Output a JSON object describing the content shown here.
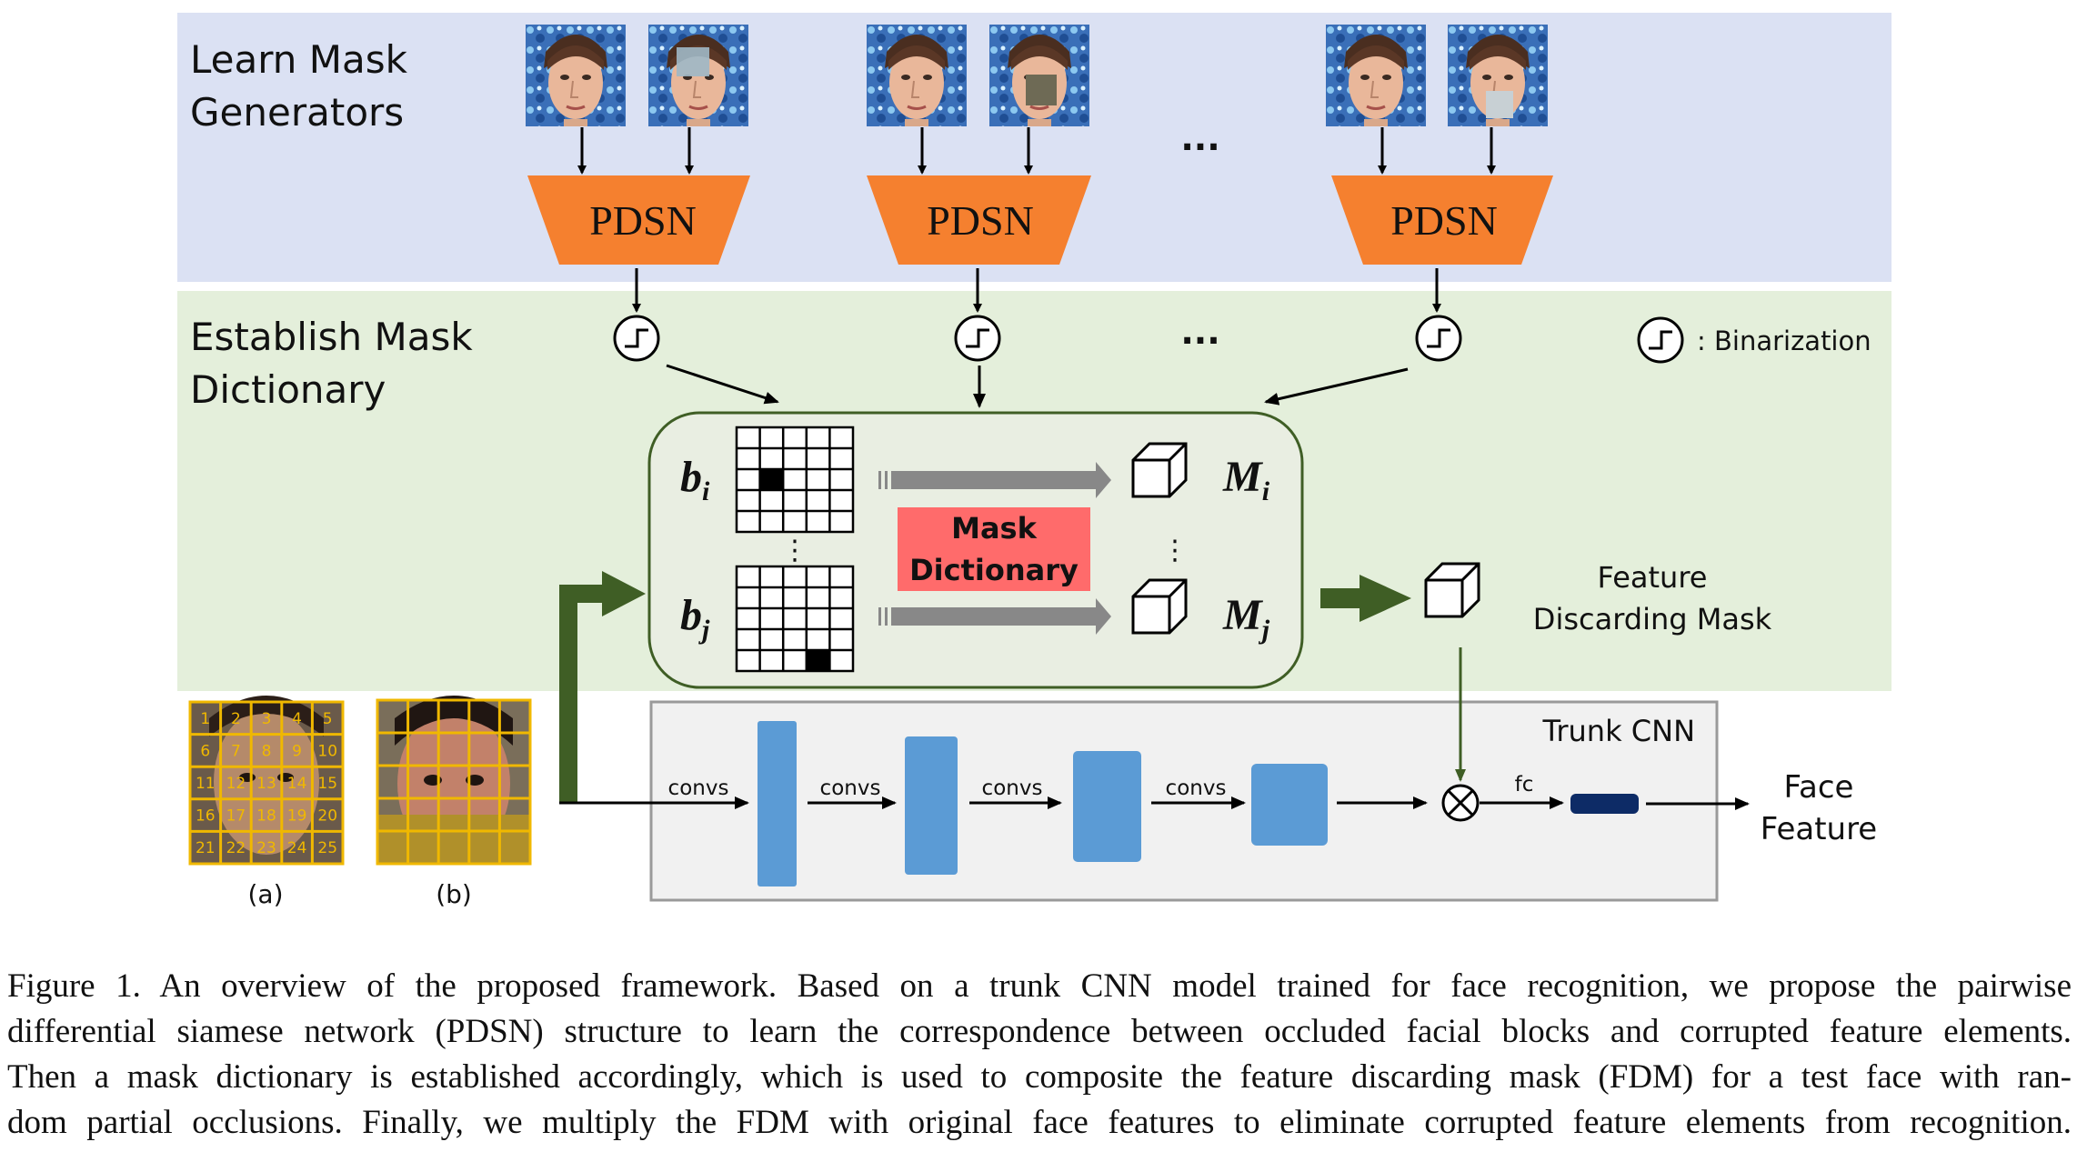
{
  "figure": {
    "sections": {
      "learn_mask": [
        "Learn Mask",
        "Generators"
      ],
      "establish_dict": [
        "Establish Mask",
        "Dictionary"
      ]
    },
    "pdsn_label": "PDSN",
    "ellipsis": "...",
    "binarization_label": ": Binarization",
    "dictionary": {
      "b_i": "b",
      "b_i_sub": "i",
      "b_j": "b",
      "b_j_sub": "j",
      "m_i": "M",
      "m_i_sub": "i",
      "m_j": "M",
      "m_j_sub": "j",
      "vdots": "⋮",
      "label": [
        "Mask",
        "Dictionary"
      ]
    },
    "fdm_label": [
      "Feature",
      "Discarding Mask"
    ],
    "trunk_label": "Trunk CNN",
    "convs_label": "convs",
    "fc_label": "fc",
    "output_label": [
      "Face",
      "Feature"
    ],
    "grid_numbers": [
      "1",
      "2",
      "3",
      "4",
      "5",
      "6",
      "7",
      "8",
      "9",
      "10",
      "11",
      "12",
      "13",
      "14",
      "15",
      "16",
      "17",
      "18",
      "19",
      "20",
      "21",
      "22",
      "23",
      "24",
      "25"
    ],
    "panel_a": "(a)",
    "panel_b": "(b)",
    "colors": {
      "learn_bg": "#dbe1f3",
      "establish_bg": "#e4efdb",
      "pdsn": "#f5802f",
      "dict_box": "#e9eee2",
      "dict_label_bg": "#ff6b6b",
      "green_arrow": "#3f5e25",
      "trunk_bg": "#f1f1f1",
      "conv_block": "#5b9bd5",
      "fc_block": "#0d2b66",
      "grid_yellow": "#f0b800"
    }
  },
  "caption": [
    "Figure 1.  An overview of the proposed framework.  Based on a trunk CNN model trained for face recognition, we propose the pairwise",
    "differential siamese network (PDSN) structure to learn the correspondence between occluded facial blocks and corrupted feature elements.",
    "Then a mask dictionary is established accordingly, which is used to composite the feature discarding mask (FDM) for a test face with ran-",
    "dom partial occlusions. Finally, we multiply the FDM with original face features to eliminate corrupted feature elements from recognition."
  ]
}
